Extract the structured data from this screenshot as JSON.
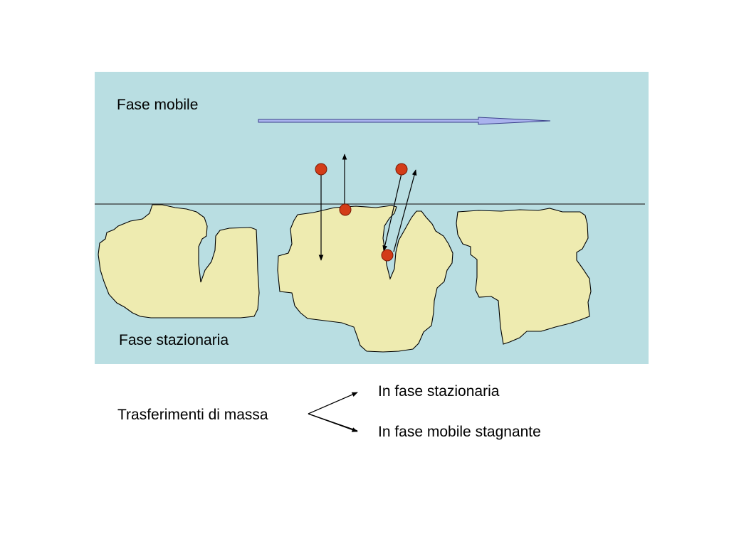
{
  "labels": {
    "mobile_phase": "Fase mobile",
    "stationary_phase": "Fase stazionaria",
    "mass_transfer": "Trasferimenti di massa",
    "option_stationary": "In fase stazionaria",
    "option_stagnant": "In fase mobile stagnante"
  },
  "colors": {
    "mobile_phase_bg": "#b9dee2",
    "particle_fill": "#eeebb0",
    "flow_arrow_fill": "#aab3ee",
    "molecule_fill": "#d33c18"
  }
}
